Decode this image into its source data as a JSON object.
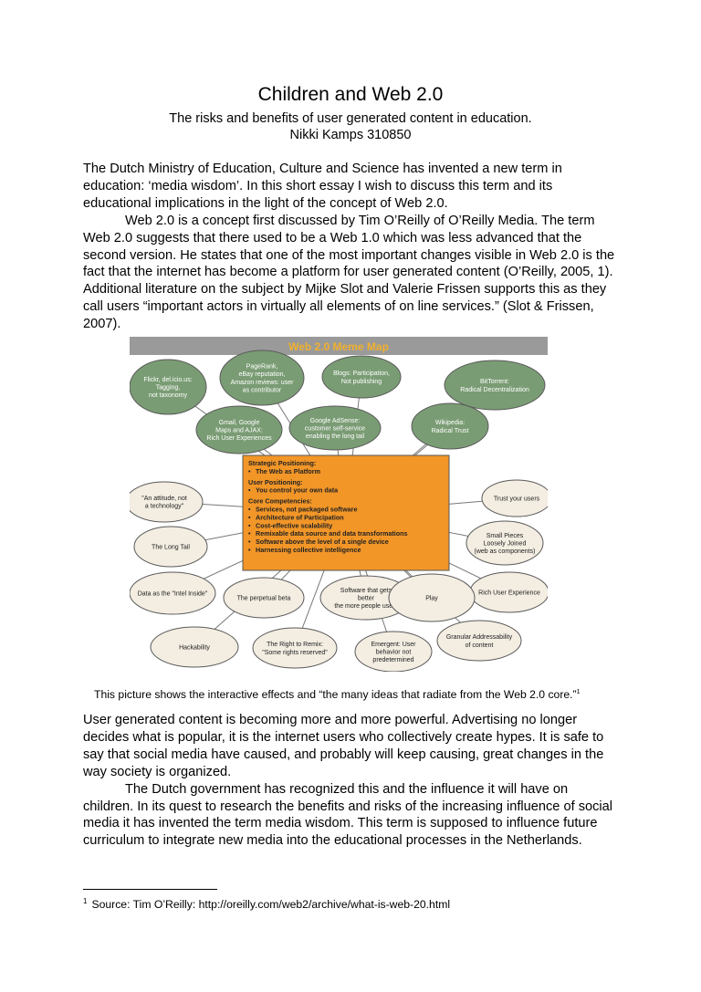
{
  "header": {
    "title": "Children and Web 2.0",
    "subtitle": "The risks and benefits of user generated content in education.",
    "author": "Nikki Kamps 310850"
  },
  "intro": {
    "p1": "The Dutch Ministry of Education, Culture and Science has invented a new term in education: ‘media wisdom’. In this short essay I wish to discuss this term and its educational implications in the light of the concept of Web 2.0.",
    "p2": "Web 2.0 is a concept first discussed by Tim O’Reilly of O’Reilly Media. The term Web 2.0 suggests that there used to be a Web 1.0 which was less advanced that the second version. He states that one of the most important changes visible in Web 2.0 is the fact that the internet has become a platform for user generated content (O’Reilly, 2005, 1). Additional literature on the subject by Mijke Slot and Valerie Frissen supports this as they call users “important actors in virtually all elements of on line services.” (Slot & Frissen, 2007)."
  },
  "figure": {
    "banner": "Web 2.0 Meme Map",
    "bubbles": {
      "flickr": [
        "Flickr, del.icio.us:",
        "Tagging,",
        "not taxonomy"
      ],
      "pagerank": [
        "PageRank,",
        "eBay reputation,",
        "Amazon reviews: user",
        "as contributor"
      ],
      "blogs": [
        "Blogs: Participation,",
        "Not publishing"
      ],
      "bittorrent": [
        "BitTorrent:",
        "Radical Decentralization"
      ],
      "gmail": [
        "Gmail, Google",
        "Maps and AJAX:",
        "Rich User Experiences"
      ],
      "adsense": [
        "Google AdSense:",
        "customer self-service",
        "enabling the long tail"
      ],
      "wikipedia": [
        "Wikipedia:",
        "Radical Trust"
      ],
      "attitude": [
        "\"An attitude, not",
        "a technology\""
      ],
      "trust": [
        "Trust your users"
      ],
      "longtail": [
        "The Long Tail"
      ],
      "smallpieces": [
        "Small Pieces",
        "Loosely Joined",
        "(web as components)"
      ],
      "intelinside": [
        "Data as the \"Intel Inside\""
      ],
      "richuser": [
        "Rich User Experience"
      ],
      "perpetual": [
        "The perpetual beta"
      ],
      "software": [
        "Software that gets",
        "better",
        "the more people use it"
      ],
      "play": [
        "Play"
      ],
      "hackability": [
        "Hackability"
      ],
      "remix": [
        "The Right to Remix:",
        "\"Some rights reserved\""
      ],
      "emergent": [
        "Emergent: User",
        "behavior not",
        "predetermined"
      ],
      "granular": [
        "Granular Addressability",
        "of content"
      ]
    },
    "center": {
      "strategic_heading": "Strategic Positioning:",
      "strategic_items": [
        "The Web as Platform"
      ],
      "user_heading": "User Positioning:",
      "user_items": [
        "You control your own data"
      ],
      "core_heading": "Core Competencies:",
      "core_items": [
        "Services, not packaged software",
        "Architecture of Participation",
        "Cost-effective scalability",
        "Remixable data source and data transformations",
        "Software above the level of a single device",
        "Harnessing collective intelligence"
      ]
    },
    "colors": {
      "banner_bg": "#9a9a9a",
      "banner_text": "#f0b030",
      "bubble_green": "#7a9c74",
      "bubble_pale": "#f3ede2",
      "center_orange": "#f29628"
    }
  },
  "caption": {
    "text": "This picture shows the interactive effects and “the many ideas that radiate from the Web 2.0 core.”",
    "marker": "1"
  },
  "part2": {
    "p1": "User generated content is becoming more and more powerful. Advertising no longer decides what is popular, it is the internet users who collectively create hypes. It is safe to say that social media have caused, and probably will keep causing, great changes in the way society is organized.",
    "p2": "The Dutch government has recognized this and the influence it will have on children. In its quest to research the benefits and risks of the increasing influence of social media it has invented the term media wisdom. This term is supposed to influence future curriculum to integrate new media into the educational processes in the Netherlands."
  },
  "footnote": {
    "number": "1",
    "text": "Source: Tim O’Reilly: http://oreilly.com/web2/archive/what-is-web-20.html"
  }
}
